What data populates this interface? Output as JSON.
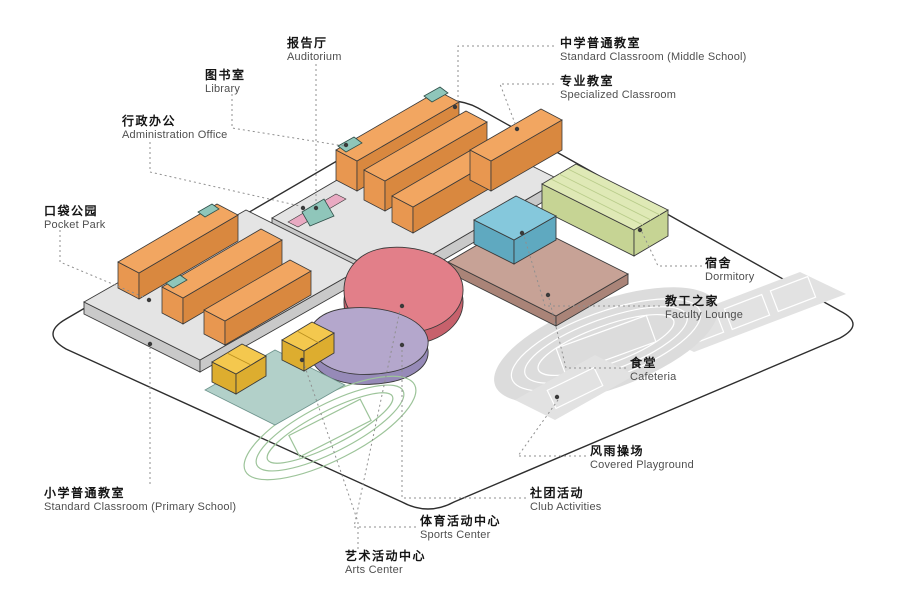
{
  "labels": {
    "auditorium": {
      "zh": "报告厅",
      "en": "Auditorium"
    },
    "library": {
      "zh": "图书室",
      "en": "Library"
    },
    "admin": {
      "zh": "行政办公",
      "en": "Administration Office"
    },
    "middle_school": {
      "zh": "中学普通教室",
      "en": "Standard Classroom (Middle School)"
    },
    "specialized": {
      "zh": "专业教室",
      "en": "Specialized Classroom"
    },
    "pocket_park": {
      "zh": "口袋公园",
      "en": "Pocket Park"
    },
    "dormitory": {
      "zh": "宿舍",
      "en": "Dormitory"
    },
    "faculty_lounge": {
      "zh": "教工之家",
      "en": "Faculty Lounge"
    },
    "cafeteria": {
      "zh": "食堂",
      "en": "Cafeteria"
    },
    "covered_playground": {
      "zh": "风雨操场",
      "en": "Covered Playground"
    },
    "club": {
      "zh": "社团活动",
      "en": "Club Activities"
    },
    "sports_center": {
      "zh": "体育活动中心",
      "en": "Sports Center"
    },
    "arts_center": {
      "zh": "艺术活动中心",
      "en": "Arts Center"
    },
    "primary_school": {
      "zh": "小学普通教室",
      "en": "Standard Classroom (Primary School)"
    }
  },
  "colors": {
    "outline": "#2e2e2e",
    "classroom_orange": "#f2a661",
    "plinth_gray": "#e4e4e4",
    "entrance_teal": "#8fc6ba",
    "dormitory_green": "#dfe9b6",
    "faculty_blue": "#85c8dc",
    "cafeteria_brown": "#c7a296",
    "sports_red": "#e27f89",
    "club_purple": "#b4a7cc",
    "arts_yellow": "#f4c84e",
    "admin_pink": "#e9aac2",
    "deck_teal": "#b2d0c9",
    "field_gray": "#dcdcdc",
    "track_green": "#9dc49a",
    "label_zh": "#141414",
    "label_en": "#4f4f4f",
    "leader_gray": "#8f8f8f"
  }
}
